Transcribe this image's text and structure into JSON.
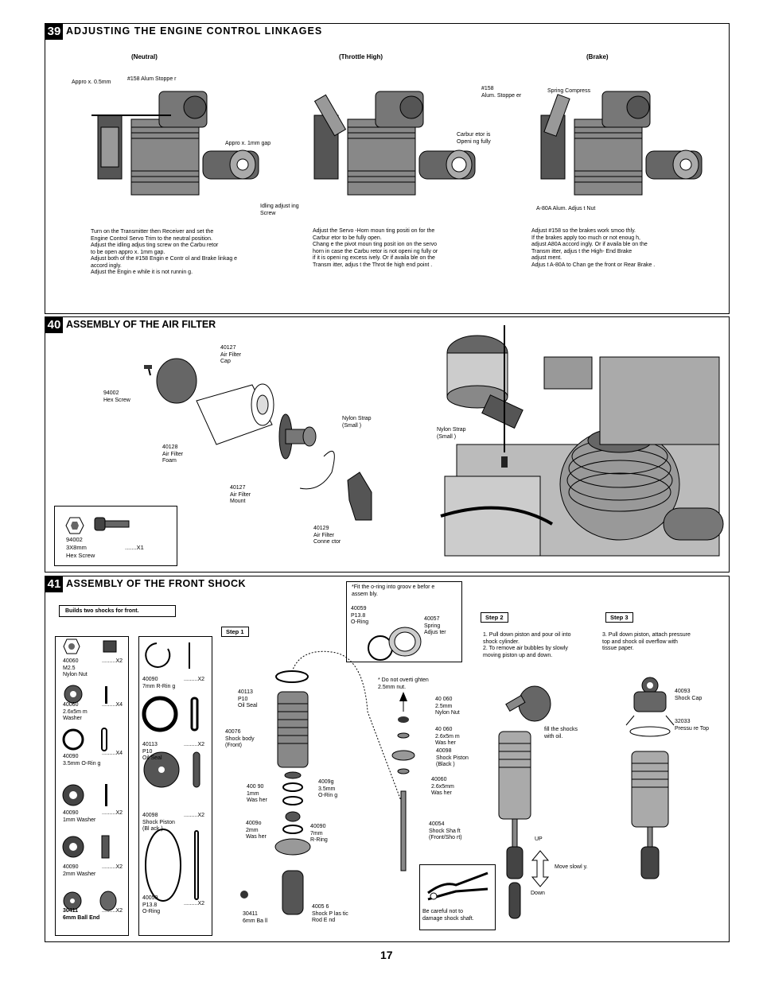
{
  "page_number": "17",
  "s39": {
    "num": "39",
    "title": "ADJUSTING  THE  ENGINE  CONTROL  LINKAGES",
    "views": [
      "(Neutral)",
      "(Throttle High)",
      "(Brake)"
    ],
    "labels": {
      "approx05": "Appro  x. 0.5mm",
      "stopper158": "#158 Alum Stoppe    r",
      "approx1": "Appro  x. 1mm gap",
      "idling": "Idling   adjust  ing\nScrew",
      "carb_open": "Carbur  etor is\nOpeni  ng fully",
      "stopper158b": "#158\nAlum.   Stoppe er",
      "spring": "Spring Compress",
      "a80a": "A-80A  Alum.     Adjus  t Nut"
    },
    "text_neutral": "Turn on the Transmitter then Receiver and set the\nEngine Control Servo Trim to the neutral position.\nAdjust   the idling    adjus  ting screw    on the Carbu   retor\nto be open appro    x. 1mm gap.\nAdjust   both of the #158 Engin      e Contr  ol and Brake    linkag  e\n  accord  ingly.\nAdjust   the Engin  e while   it is not runnin   g.",
    "text_high": "Adjust   the Servo  -Horn  moun  ting positi   on for the\nCarbur  etor to be fully open.\nChang  e the pivot   moun  ting posit   ion on  the servo\nhorn in case the Carbu     retor is not openi    ng fully or\nif it is openi  ng excess   ively.  Or if availa    ble on the\nTransm  itter, adjus   t the Throt  tle high end point    .",
    "text_brake": "Adjust   #158 so the brakes      work smoo   thly.\nIf the brakes    apply   too much or not enoug     h,\nadjust   A80A accord   ingly. Or if availa    ble on the\nTransm  itter, adjus   t the High-   End Brake\nadjust  ment.\nAdjus  t A-80A to Chan     ge the front    or Rear Brake     ."
  },
  "s40": {
    "num": "40",
    "title": "ASSEMBLY OF THE  AIR FILTER",
    "labels": {
      "cap": "40127\nAir Filter\nCap",
      "screw": "94002\nHex Screw",
      "foam": "40128\nAir Filter\nFoam",
      "strap": "Nylon  Strap\n(Small  )",
      "mount": "40127\nAir Filter\nMount",
      "connector": "40129\nAir Filter\nConne  ctor",
      "strap2": "Nylon   Strap\n(Small  )"
    },
    "part": {
      "code": "94002",
      "size": "3X8mm",
      "qty": ".......X1",
      "name": "Hex Screw"
    }
  },
  "s41": {
    "num": "41",
    "title": "ASSEMBLY OF THE  FRONT  SHOCK",
    "builds": "Builds two shocks for front.",
    "oring_note": "*Fit the o-ring     into groov   e befor  e\n  assem  bly.",
    "oring_p13": "40059\nP13.8\nO-Ring",
    "spring_adj": "40057\nSpring\nAdjus  ter",
    "step1": "Step 1",
    "step2": "Step 2",
    "step3": "Step 3",
    "step2_text": "1. Pull down piston and pour oil into\n    shock cylinder.\n2. To remove air bubbles by slowly\n    moving piston up and down.",
    "step3_text": "3. Pull down piston, attach pressure\n    top and shock oil overflow with\n    tissue paper.",
    "parts_left": [
      {
        "label": "40060\nM2.5\nNylon Nut",
        "qty": ".........X2"
      },
      {
        "label": "40060\n2.6x5m  m\nWasher",
        "qty": ".........X4"
      },
      {
        "label": "40090\n3.5mm  O-Rin  g",
        "qty": ".........X4"
      },
      {
        "label": "40090\n1mm Washer",
        "qty": ".........X2"
      },
      {
        "label": "40090\n2mm Washer",
        "qty": ".........X2"
      },
      {
        "label": "30411\n6mm Ball End",
        "qty": ".........X2"
      }
    ],
    "parts_right": [
      {
        "label": "40090\n7mm R-Rin   g",
        "qty": ".........X2"
      },
      {
        "label": "40113\nP10\nOil Seal",
        "qty": ".........X2"
      },
      {
        "label": "40098\nShock  Piston\n(Bl ack )",
        "qty": ".........X2"
      },
      {
        "label": "40059\nP13.8\nO-Ring",
        "qty": ".........X2"
      }
    ],
    "labels": {
      "oilseal": "40113\nP10\nOil Seal",
      "body": "40076\nShock body\n(Front)",
      "w1mm": "400 90\n1mm\nWas her",
      "oring35": "4009g\n3.5mm\nO-Rin g",
      "w2mm": "4009o\n2mm\nWas her",
      "rring": "40090\n7mm\nR-Ring",
      "ballend": "30411\n6mm  Ba ll",
      "rodend": "4005 6\nShock P las tic\nRod  E nd",
      "overtighten": "* Do not overti    ghten\n   2.5mm   nut.",
      "nut": "40 060\n2.5mm\nNylon  Nut",
      "washer1": "40 060\n2.6x5m m\nWas her",
      "piston": "40098\nShock  Piston\n(Black  )",
      "washer2": "40060\n2.6x5mm\nWas her",
      "shaft": "40054\nShock Sha ft\n(Front/Sho rt)",
      "careful": "Be careful not to\ndamage shock shaft.",
      "fill": "fill the shocks\nwith oil.",
      "up": "UP",
      "down": "Down",
      "move": "Move slowl   y.",
      "cap": "40093\nShock  Cap",
      "pressure": "32033\nPressu  re Top"
    }
  }
}
